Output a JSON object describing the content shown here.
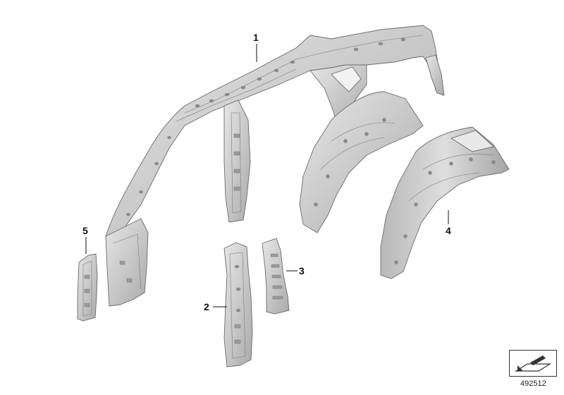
{
  "callouts": [
    {
      "number": "1",
      "part": "roof-frame-side-panel"
    },
    {
      "number": "2",
      "part": "b-pillar-reinforcement"
    },
    {
      "number": "3",
      "part": "b-pillar-bracket"
    },
    {
      "number": "4",
      "part": "rear-wheel-arch"
    },
    {
      "number": "5",
      "part": "a-pillar-lower-reinforcement"
    }
  ],
  "footer": {
    "reference_number": "492512"
  },
  "colors": {
    "metal_light": "#dcdcdc",
    "metal_dark": "#a8a8a8",
    "outline": "#6b6b6b"
  },
  "icons": {
    "navigation": "view-orientation-icon"
  }
}
